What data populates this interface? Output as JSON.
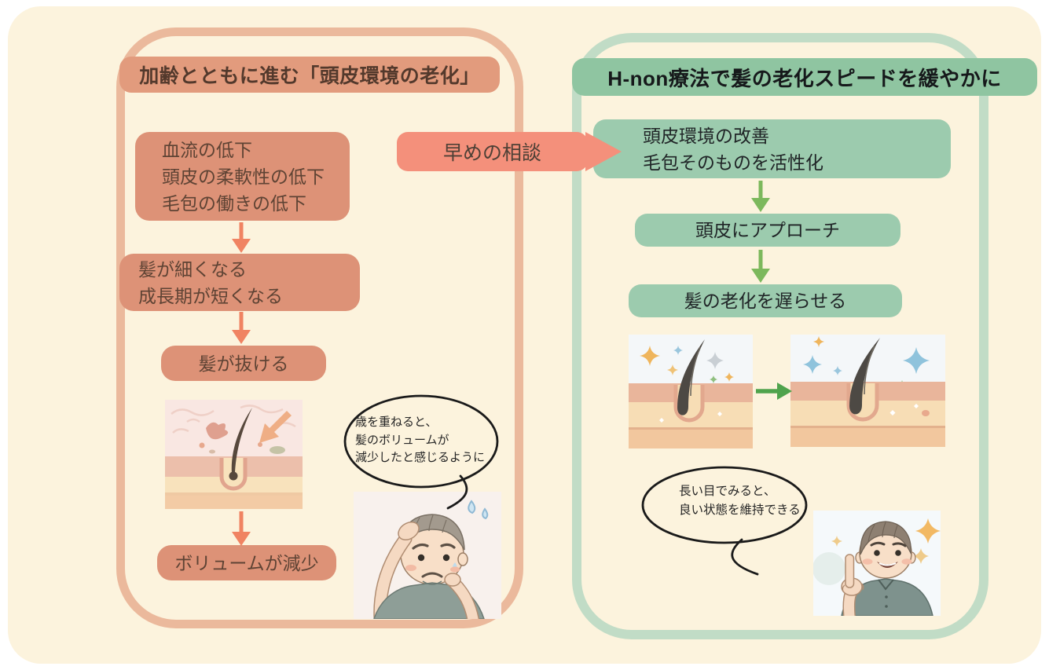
{
  "colors": {
    "page_background": "#FFFFFF",
    "canvas_background": "#FCF3DD",
    "left_panel_border": "#EBB99C",
    "left_header_bg": "#E29B7D",
    "left_box_bg": "#DD9277",
    "left_arrow": "#F08362",
    "connector_bg": "#F4907B",
    "right_panel_border": "#C1DCC6",
    "right_header_bg": "#8FC5A1",
    "right_box_bg": "#9CCBAE",
    "right_arrow_down": "#7CB85C",
    "right_arrow_horizontal": "#4FA34C",
    "brown_text": "#5E4334",
    "dark_text": "#16191B"
  },
  "icons": {
    "down_arrow": "↓",
    "right_arrow": "→"
  },
  "left_panel": {
    "title": "加齢とともに進む「頭皮環境の老化」",
    "step1": {
      "line1": "血流の低下",
      "line2": "頭皮の柔軟性の低下",
      "line3": "毛包の働きの低下"
    },
    "step2": {
      "line1": "髪が細くなる",
      "line2": "成長期が短くなる"
    },
    "step3": {
      "label": "髪が抜ける"
    },
    "step4": {
      "label": "ボリュームが減少"
    },
    "bubble": {
      "line1": "歳を重ねると、",
      "line2": "髪のボリュームが",
      "line3": "減少したと感じるように"
    }
  },
  "connector": {
    "label": "早めの相談"
  },
  "right_panel": {
    "title": "H-non療法で髪の老化スピードを緩やかに",
    "step1": {
      "line1": "頭皮環境の改善",
      "line2": "毛包そのものを活性化"
    },
    "step2": {
      "label": "頭皮にアプローチ"
    },
    "step3": {
      "label": "髪の老化を遅らせる"
    },
    "bubble": {
      "line1": "長い目でみると、",
      "line2": "良い状態を維持できる"
    }
  }
}
